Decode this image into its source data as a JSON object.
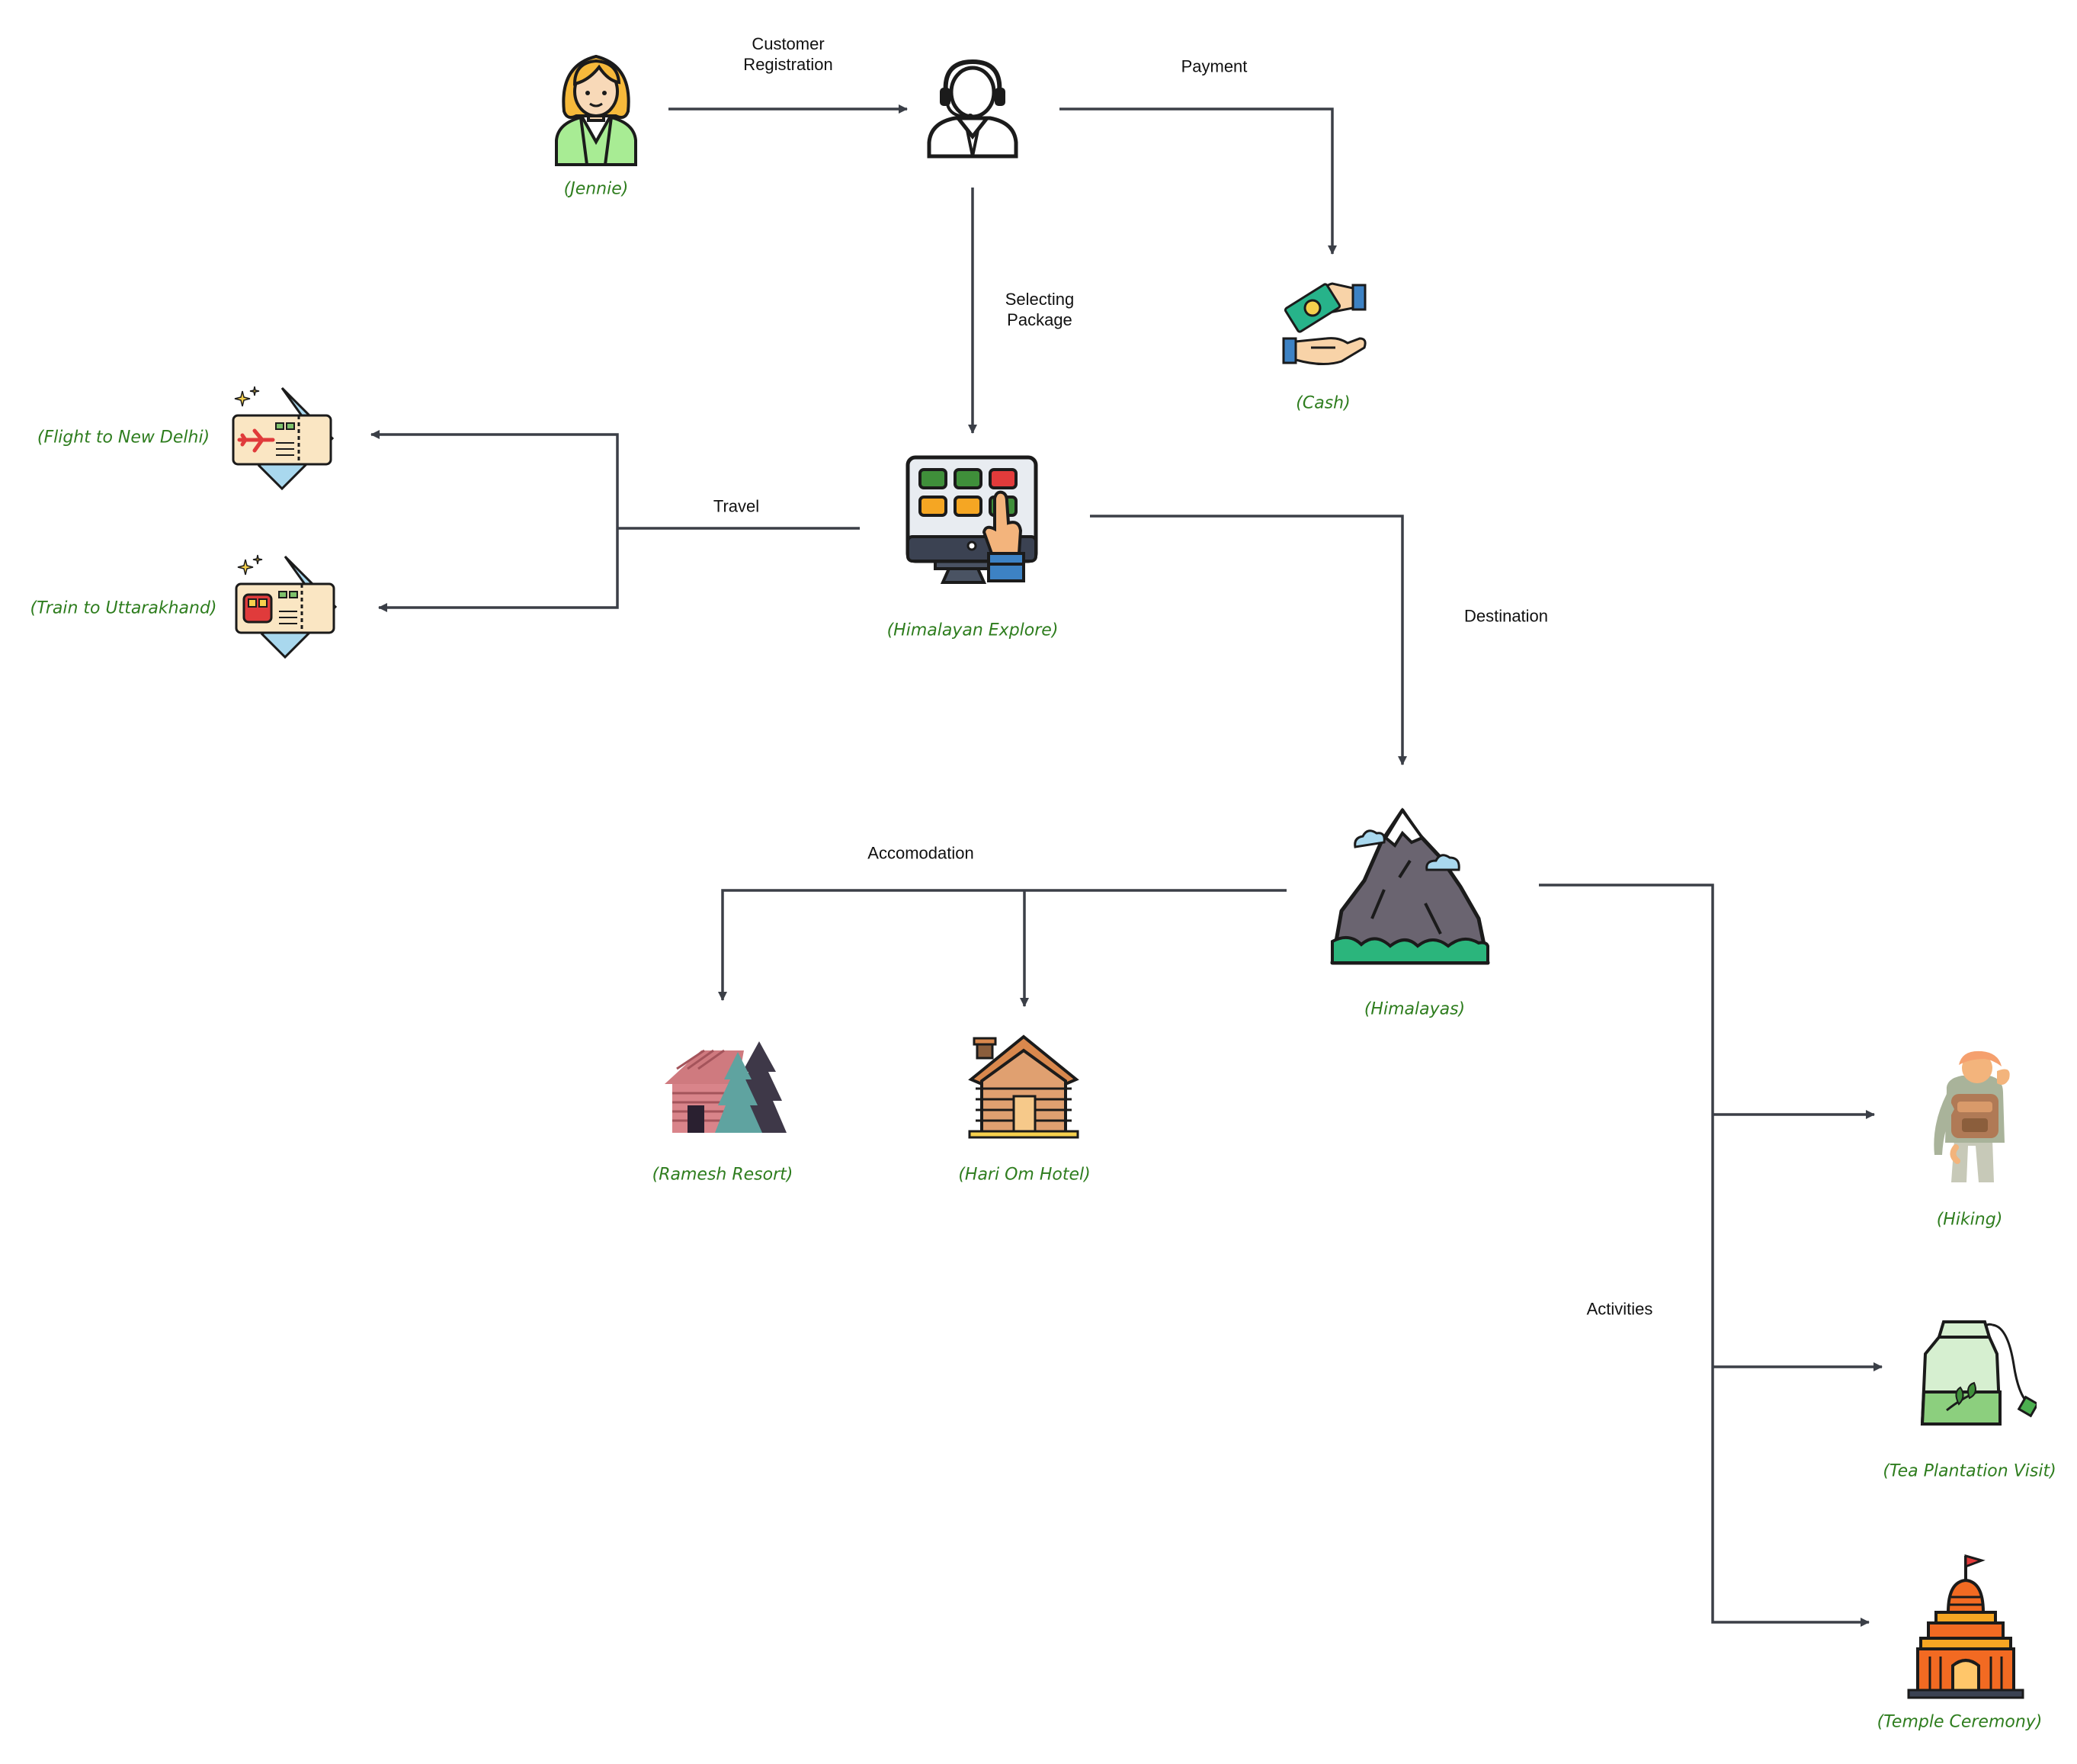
{
  "colors": {
    "node_text": "#2e7d1e",
    "edge": "#3b3f47",
    "edge_text": "#111111"
  },
  "edges": {
    "customer_registration": "Customer\nRegistration",
    "payment": "Payment",
    "selecting_package": "Selecting\nPackage",
    "travel": "Travel",
    "destination": "Destination",
    "accomodation": "Accomodation",
    "activities": "Activities"
  },
  "nodes": {
    "jennie": {
      "label": "(Jennie)",
      "icon": "woman-customer-icon"
    },
    "agent": {
      "label": "",
      "icon": "support-agent-headset-icon"
    },
    "cash": {
      "label": "(Cash)",
      "icon": "cash-hands-icon"
    },
    "himalayan_explore": {
      "label": "(Himalayan Explore)",
      "icon": "computer-booking-icon"
    },
    "flight": {
      "label": "(Flight to New Delhi)",
      "icon": "flight-ticket-icon"
    },
    "train": {
      "label": "(Train to Uttarakhand)",
      "icon": "train-ticket-icon"
    },
    "himalayas": {
      "label": "(Himalayas)",
      "icon": "mountain-icon"
    },
    "ramesh_resort": {
      "label": "(Ramesh Resort)",
      "icon": "resort-cabin-icon"
    },
    "hari_om_hotel": {
      "label": "(Hari Om Hotel)",
      "icon": "log-cabin-icon"
    },
    "hiking": {
      "label": "(Hiking)",
      "icon": "hiker-icon"
    },
    "tea": {
      "label": "(Tea Plantation Visit)",
      "icon": "tea-bag-icon"
    },
    "temple": {
      "label": "(Temple Ceremony)",
      "icon": "temple-icon"
    }
  }
}
